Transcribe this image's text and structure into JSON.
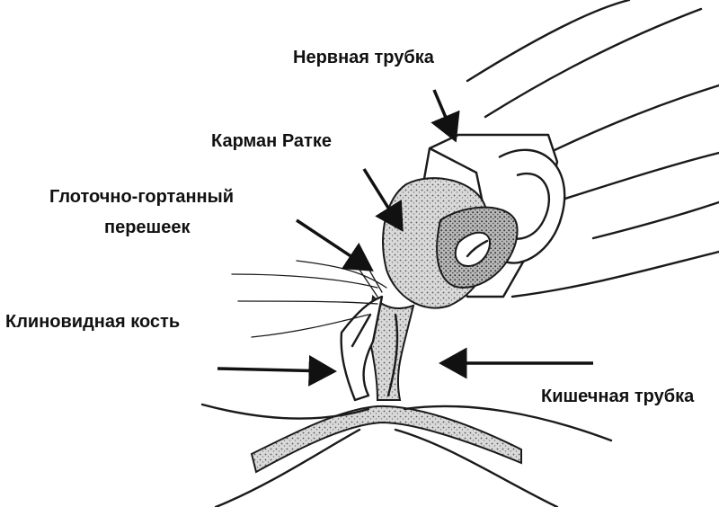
{
  "labels": {
    "neural_tube": "Нервная трубка",
    "rathke_pouch": "Карман Ратке",
    "pharyngo_line1": "Глоточно-гортанный",
    "pharyngo_line2": "перешеек",
    "sphenoid": "Клиновидная кость",
    "gut_tube": "Кишечная трубка"
  },
  "colors": {
    "ink": "#1a1a1a",
    "background": "#ffffff"
  }
}
